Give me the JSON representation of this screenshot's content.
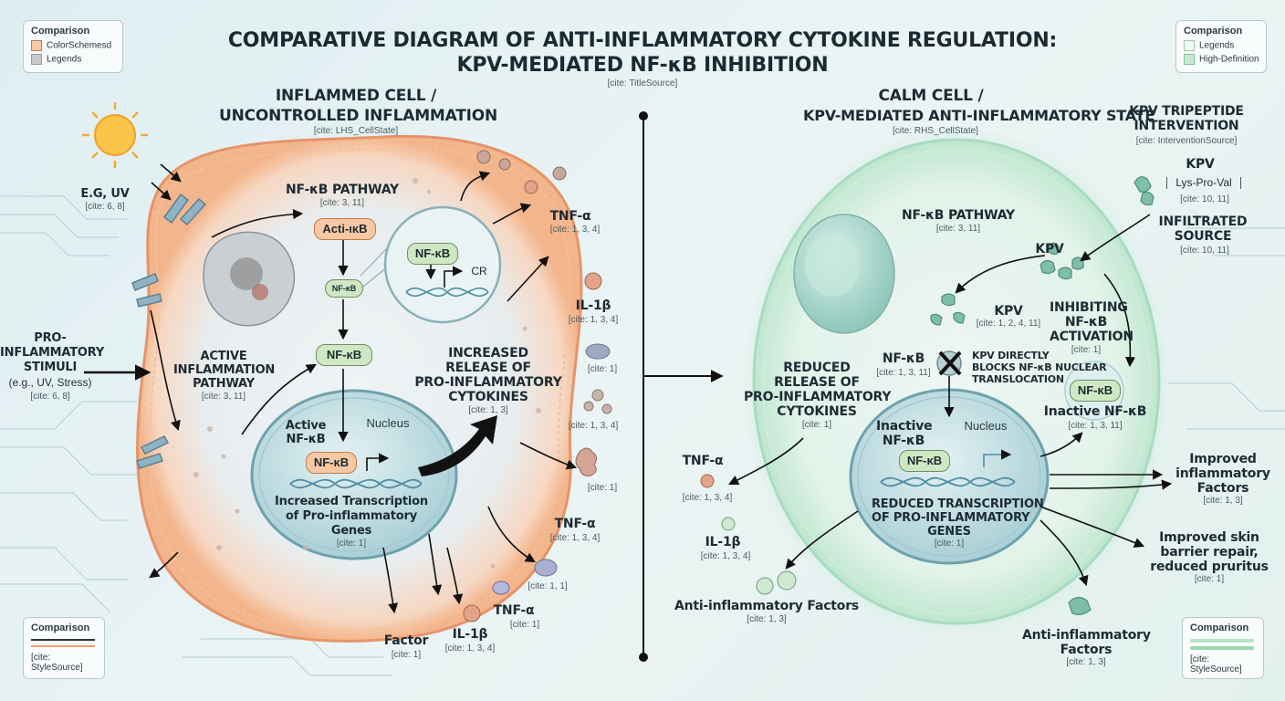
{
  "title": {
    "line1": "COMPARATIVE DIAGRAM OF ANTI-INFLAMMATORY CYTOKINE REGULATION:",
    "line2": "KPV-MEDIATED NF-κB INHIBITION",
    "cite": "[cite: TitleSource]"
  },
  "legends": {
    "top_left": {
      "header": "Comparison",
      "items": [
        "ColorSchemesd",
        "Legends"
      ]
    },
    "top_right": {
      "header": "Comparison",
      "items": [
        "Legends",
        "High-Definition"
      ]
    },
    "bottom_left": {
      "header": "Comparison",
      "cite": "[cite: StyleSource]"
    },
    "bottom_right": {
      "header": "Comparison",
      "cite": "[cite: StyleSource]"
    }
  },
  "left": {
    "heading1": "INFLAMMED CELL /",
    "heading2": "UNCONTROLLED INFLAMMATION",
    "heading_cite": "[cite: LHS_CellState]",
    "uv_label": "E.G, UV",
    "uv_cite": "[cite: 6, 8]",
    "stimuli1": "PRO-",
    "stimuli2": "INFLAMMATORY",
    "stimuli3": "STIMULI",
    "stimuli4": "(e.g., UV, Stress)",
    "stimuli_cite": "[cite: 6, 8]",
    "pathway_title": "NF-κB PATHWAY",
    "pathway_cite": "[cite: 3, 11]",
    "acti_ikb": "Acti-ıκB",
    "nfkb_small": "NF-κB",
    "nfkb_zoom": "NF-κB",
    "cr": "CR",
    "nfkb_mid": "NF-κB",
    "active_path1": "ACTIVE",
    "active_path2": "INFLAMMATION",
    "active_path3": "PATHWAY",
    "active_path_cite": "[cite: 3, 11]",
    "active_nfkb1": "Active",
    "active_nfkb2": "NF-κB",
    "nucleus": "Nucleus",
    "nfkb_nucleus": "NF-κB",
    "transcription1": "Increased Transcription",
    "transcription2": "of Pro-inflammatory",
    "transcription3": "Genes",
    "transcription_cite": "[cite: 1]",
    "release1": "INCREASED",
    "release2": "RELEASE OF",
    "release3": "PRO-INFLAMMATORY",
    "release4": "CYTOKINES",
    "release_cite": "[cite: 1, 3]",
    "out_tnf1": "TNF-α",
    "out_tnf1_cite": "[cite: 1, 3, 4]",
    "out_il1": "IL-1β",
    "out_il1_cite": "[cite: 1, 3, 4]",
    "out_c1": "[cite: 1]",
    "out_c2": "[cite: 1, 3, 4]",
    "out_c3": "[cite: 1]",
    "out_tnf2": "TNF-α",
    "out_tnf2_cite": "[cite: 1, 3, 4]",
    "out_c4": "[cite: 1, 1]",
    "out_tnf3": "TNF-α",
    "out_tnf3_cite": "[cite: 1]",
    "out_factor": "Factor",
    "out_factor_cite": "[cite: 1]",
    "out_il1b": "IL-1β",
    "out_il1b_cite": "[cite: 1, 3, 4]"
  },
  "right": {
    "heading1": "CALM CELL /",
    "heading2": "KPV-MEDIATED ANTI-INFLAMMATORY STATE",
    "heading_cite": "[cite: RHS_CellState]",
    "intervention1": "KPV TRIPEPTIDE",
    "intervention2": "INTERVENTION",
    "intervention_cite": "[cite: InterventionSource]",
    "kpv_top": "KPV",
    "lys_pro_val": "Lys-Pro-Val",
    "kpv_top_cite": "[cite: 10, 11]",
    "infiltrated1": "INFILTRATED",
    "infiltrated2": "SOURCE",
    "infiltrated_cite": "[cite: 10, 11]",
    "pathway_title": "NF-κB PATHWAY",
    "pathway_cite": "[cite: 3, 11]",
    "kpv_inner": "KPV",
    "kpv_mid": "KPV",
    "kpv_mid_cite": "[cite: 1, 2, 4, 11]",
    "inhibit1": "INHIBITING",
    "inhibit2": "NF-κB",
    "inhibit3": "ACTIVATION",
    "inhibit_cite": "[cite: 1]",
    "nfkb_block": "NF-κB",
    "nfkb_block_cite": "[cite: 1, 3, 11]",
    "blocks1": "KPV DIRECTLY",
    "blocks2": "BLOCKS NF-κB NUCLEAR",
    "blocks3": "TRANSLOCATION",
    "nfkb_pill": "NF-κB",
    "inactive_right": "Inactive NF-κB",
    "inactive_right_cite": "[cite: 1, 3, 11]",
    "reduced1": "REDUCED",
    "reduced2": "RELEASE OF",
    "reduced3": "PRO-INFLAMMATORY",
    "reduced4": "CYTOKINES",
    "reduced_cite": "[cite: 1]",
    "inactive_left1": "Inactive",
    "inactive_left2": "NF-κB",
    "nucleus": "Nucleus",
    "nfkb_nucleus": "NF-κB",
    "rtrans1": "REDUCED TRANSCRIPTION",
    "rtrans2": "OF PRO-INFLAMMATORY",
    "rtrans3": "GENES",
    "rtrans_cite": "[cite: 1]",
    "tnf": "TNF-α",
    "tnf_cite": "[cite: 1, 3, 4]",
    "il1": "IL-1β",
    "il1_cite": "[cite: 1, 3, 4]",
    "anti1": "Anti-inflammatory Factors",
    "anti1_cite": "[cite: 1, 3]",
    "improved1a": "Improved",
    "improved1b": "inflammatory",
    "improved1c": "Factors",
    "improved1_cite": "[cite: 1, 3]",
    "improved2a": "Improved skin",
    "improved2b": "barrier repair,",
    "improved2c": "reduced pruritus",
    "improved2_cite": "[cite: 1]",
    "anti2a": "Anti-inflammatory",
    "anti2b": "Factors",
    "anti2_cite": "[cite: 1, 3]"
  },
  "colors": {
    "inflamed_membrane": "#f0a070",
    "calm_membrane": "#a8dcc0",
    "nucleus": "#bcdde2",
    "nfkb_pill": "#cfe8c4",
    "acti_pill": "#f6c8a4",
    "arrow": "#111111"
  },
  "icons": [
    "sun-icon",
    "receptor-icon",
    "dna-helix-icon",
    "cytokine-blob-icon",
    "kpv-peptide-icon",
    "block-x-icon"
  ]
}
